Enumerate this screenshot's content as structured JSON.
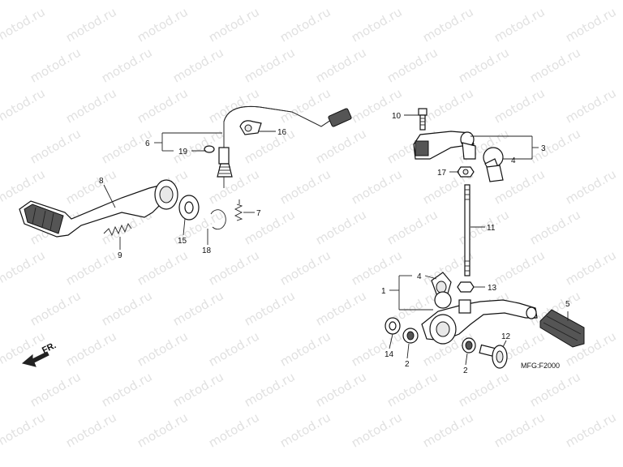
{
  "watermark": "motod.ru",
  "direction_label": "FR.",
  "code": "MFG:F2000",
  "callouts": {
    "n1": "1",
    "n2a": "2",
    "n2b": "2",
    "n3": "3",
    "n4a": "4",
    "n4b": "4",
    "n5": "5",
    "n6": "6",
    "n7": "7",
    "n8": "8",
    "n9": "9",
    "n10": "10",
    "n11": "11",
    "n12": "12",
    "n13": "13",
    "n14": "14",
    "n15": "15",
    "n16": "16",
    "n17": "17",
    "n18": "18",
    "n19": "19"
  }
}
